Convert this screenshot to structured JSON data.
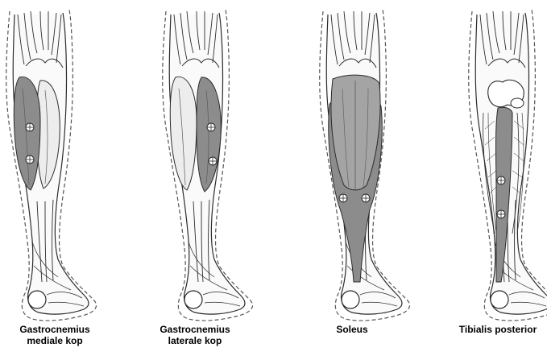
{
  "panels": [
    {
      "muscle_line1": "Gastrocnemius",
      "muscle_line2": "mediale kop"
    },
    {
      "muscle_line1": "Gastrocnemius",
      "muscle_line2": "laterale kop"
    },
    {
      "muscle_line1": "Soleus",
      "muscle_line2": ""
    },
    {
      "muscle_line1": "Tibialis posterior",
      "muscle_line2": ""
    }
  ],
  "colors": {
    "highlight_muscle": "#8c8c8c",
    "outline": "#2b2b2b",
    "background": "#ffffff"
  },
  "icons": [
    "electrode-marker-icon"
  ]
}
